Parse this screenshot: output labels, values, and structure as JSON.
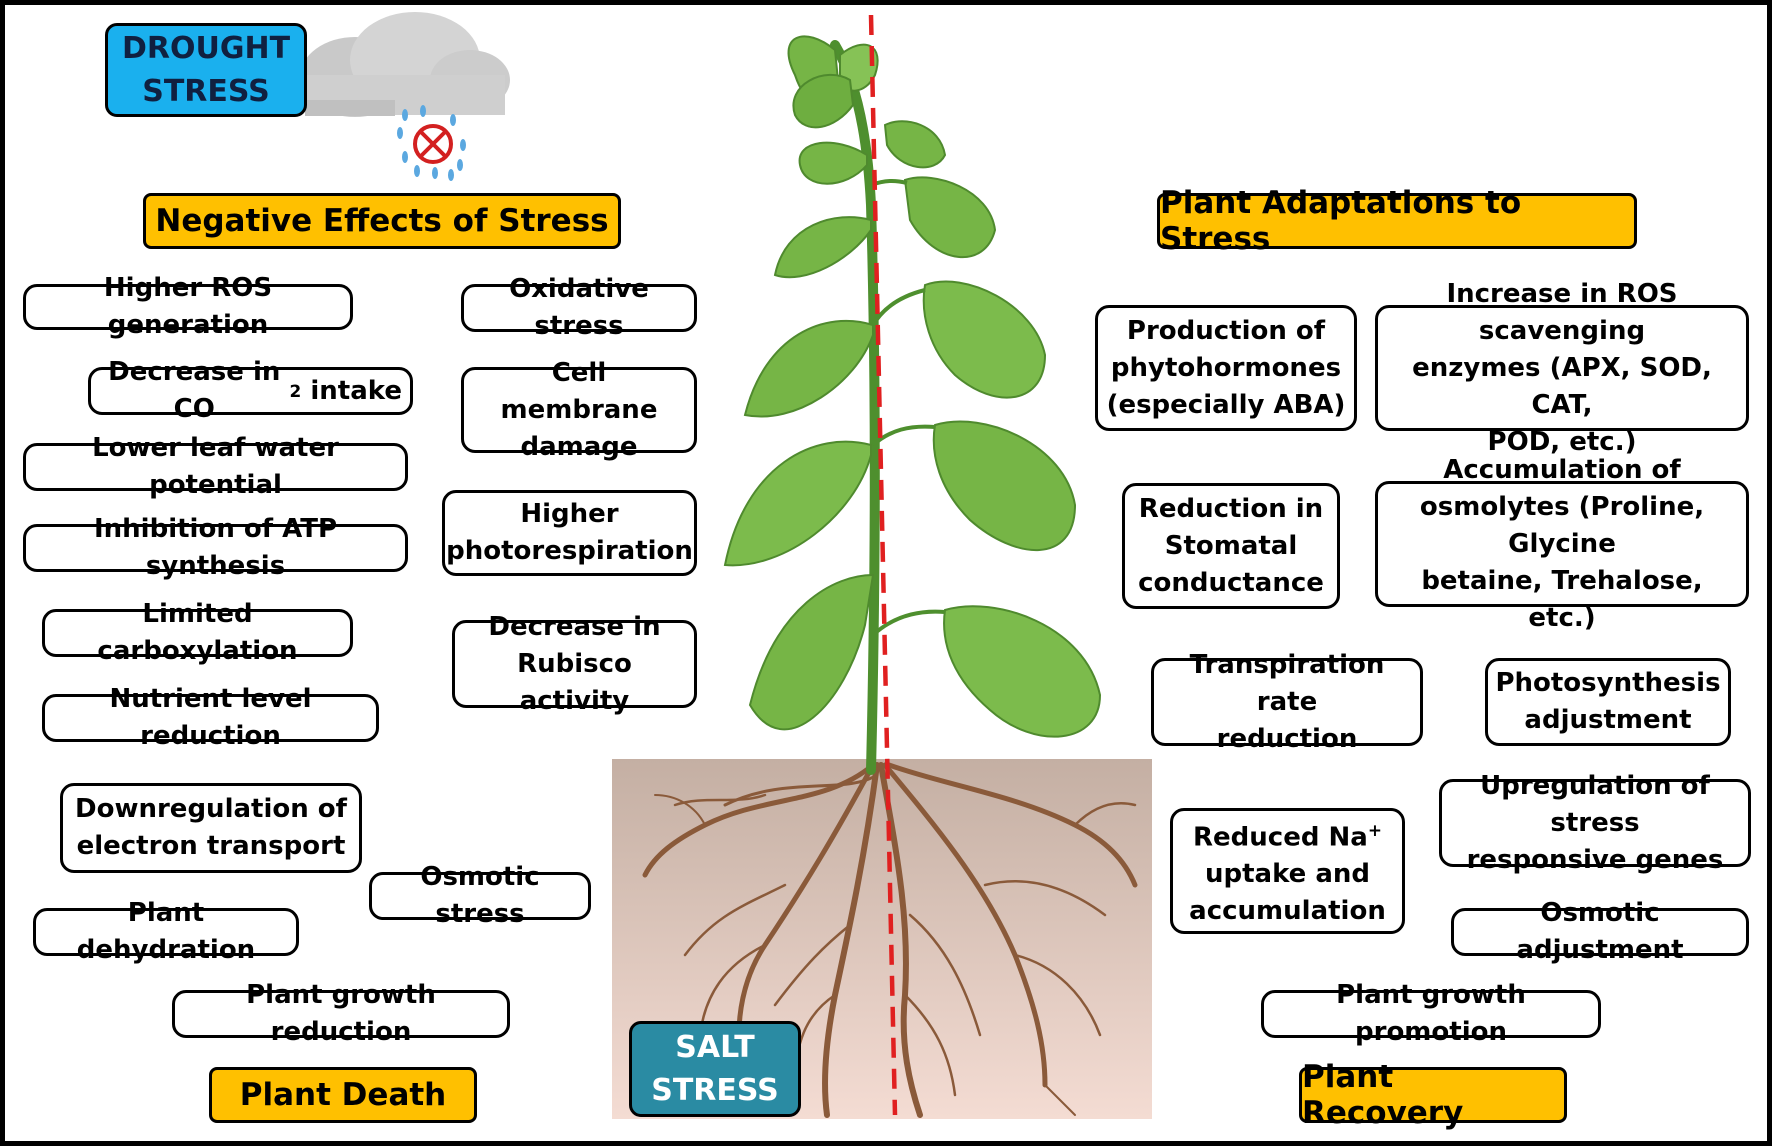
{
  "drought_label": "DROUGHT\nSTRESS",
  "salt_label": "SALT\nSTRESS",
  "headers": {
    "negative": "Negative Effects of Stress",
    "adaptations": "Plant Adaptations to Stress",
    "death": "Plant Death",
    "recovery": "Plant Recovery"
  },
  "negative_effects": {
    "higher_ros": "Higher ROS generation",
    "co2_pre": "Decrease in CO",
    "co2_sub": "2",
    "co2_post": " intake",
    "leaf_water": "Lower leaf water potential",
    "atp": "Inhibition of ATP synthesis",
    "carboxylation": "Limited carboxylation",
    "nutrient": "Nutrient level reduction",
    "electron": "Downregulation of\nelectron transport",
    "dehydration": "Plant dehydration",
    "growth_reduction": "Plant growth reduction",
    "oxidative": "Oxidative stress",
    "membrane": "Cell membrane\ndamage",
    "photorespiration": "Higher\nphotorespiration",
    "rubisco": "Decrease in\nRubisco activity",
    "osmotic_stress": "Osmotic stress"
  },
  "adaptations": {
    "phytohormones": "Production of\nphytohormones\n(especially ABA)",
    "ros_enzymes": "Increase in ROS scavenging\nenzymes (APX, SOD, CAT,\nPOD, etc.)",
    "stomatal": "Reduction in\nStomatal\nconductance",
    "osmolytes": "Accumulation of\nosmolytes (Proline, Glycine\nbetaine, Trehalose, etc.)",
    "transpiration": "Transpiration rate\nreduction",
    "photosynthesis": "Photosynthesis\nadjustment",
    "na_pre": "Reduced Na",
    "na_sup": "+",
    "na_post": "uptake and\naccumulation",
    "genes": "Upregulation of stress\nresponsive genes",
    "osmotic_adjustment": "Osmotic adjustment",
    "growth_promotion": "Plant growth promotion"
  },
  "colors": {
    "header_bg": "#FFC000",
    "drought_bg": "#1AB0EE",
    "salt_bg": "#2A8BA3",
    "leaf": "#76B546",
    "leaf_dark": "#4F8A2E",
    "stem": "#4E8F2E",
    "root": "#8A5A3A",
    "divider": "#E02020"
  },
  "icons": [
    "cloud-icon",
    "rain-drops-icon",
    "no-water-icon",
    "plant-illustration",
    "roots-illustration"
  ]
}
